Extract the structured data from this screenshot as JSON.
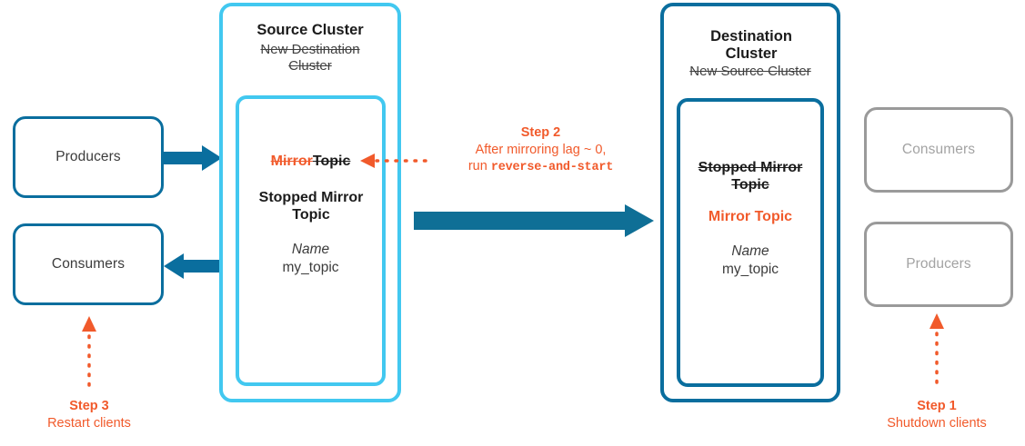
{
  "diagram": {
    "title": "Kafka cluster mirroring failback diagram",
    "colors": {
      "light_blue": "#42C8F0",
      "dark_blue": "#0A6E9E",
      "orange": "#F15A2B",
      "gray": "#9A9A9A",
      "text_dark": "#1B1B1B"
    }
  },
  "left_clients": {
    "producers": {
      "label": "Producers",
      "state": "active"
    },
    "consumers": {
      "label": "Consumers",
      "state": "active"
    }
  },
  "right_clients": {
    "consumers": {
      "label": "Consumers",
      "state": "inactive"
    },
    "producers": {
      "label": "Producers",
      "state": "inactive"
    }
  },
  "source_cluster": {
    "title": "Source Cluster",
    "subtitle_struck": "New Destination Cluster",
    "topic": {
      "struck_orange_word": "Mirror",
      "struck_dark_word": "Topic",
      "status_bold": "Stopped Mirror Topic",
      "name_label": "Name",
      "name_value": "my_topic"
    }
  },
  "destination_cluster": {
    "title": "Destination Cluster",
    "subtitle_struck": "New Source Cluster",
    "topic": {
      "struck_bold": "Stopped Mirror Topic",
      "active_bold_orange": "Mirror Topic",
      "name_label": "Name",
      "name_value": "my_topic"
    }
  },
  "steps": {
    "step1": {
      "title": "Step 1",
      "text": "Shutdown clients"
    },
    "step2": {
      "title": "Step 2",
      "line1": "After mirroring lag ~ 0,",
      "line2_prefix": "run ",
      "line2_command": "reverse-and-start"
    },
    "step3": {
      "title": "Step 3",
      "text": "Restart clients"
    }
  }
}
